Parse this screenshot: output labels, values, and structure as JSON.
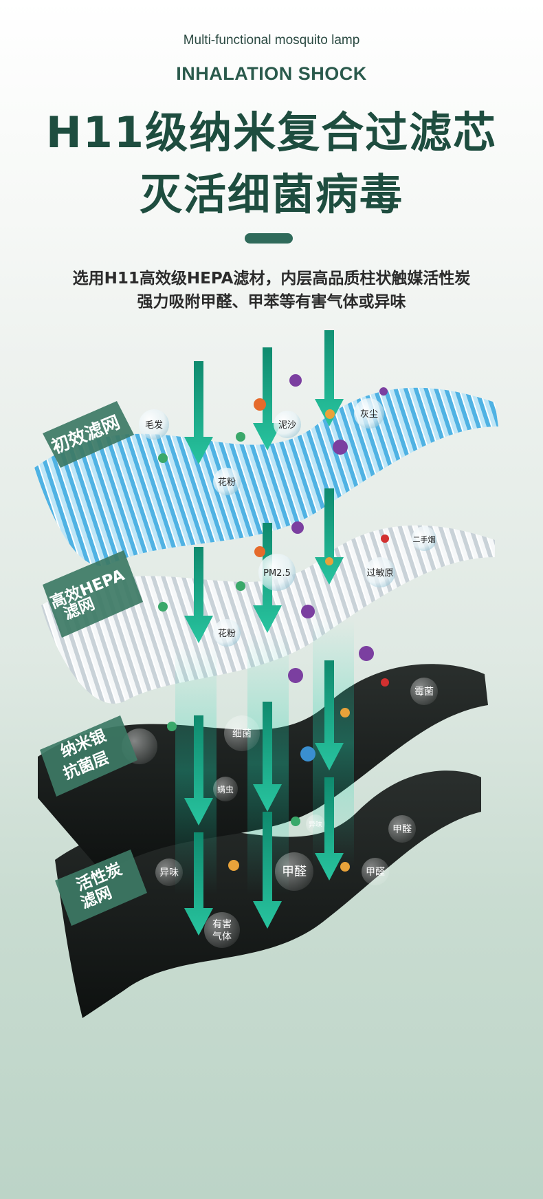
{
  "header": {
    "subtitle_en": "Multi-functional mosquito lamp",
    "tagline_en": "INHALATION SHOCK",
    "title_line1": "H11级纳米复合过滤芯",
    "title_line2": "灭活细菌病毒",
    "description_line1": "选用H11高效级HEPA滤材，内层高品质柱状触媒活性炭",
    "description_line2": "强力吸附甲醛、甲苯等有害气体或异味"
  },
  "layers": [
    {
      "label_lines": [
        "初效滤网"
      ],
      "particles": [
        "毛发",
        "泥沙",
        "灰尘",
        "花粉"
      ]
    },
    {
      "label_lines": [
        "高效HEPA",
        "滤网"
      ],
      "particles": [
        "PM2.5",
        "过敏原",
        "二手烟",
        "花粉"
      ]
    },
    {
      "label_lines": [
        "纳米银",
        "抗菌层"
      ],
      "particles": [
        "细菌",
        "霉菌",
        "螨虫"
      ]
    },
    {
      "label_lines": [
        "活性炭",
        "滤网"
      ],
      "particles": [
        "甲醛",
        "异味",
        "甲醛",
        "甲醛",
        "异味",
        "有害",
        "气体"
      ]
    }
  ],
  "colors": {
    "title": "#1e4d3f",
    "accent": "#2f6a5a",
    "arrow": "#1fa88a",
    "label_tag": "#3d7a65",
    "layer1": "#56b6e6",
    "layer2": "#e8eef2",
    "layer3": "#1a1d1c",
    "layer4": "#141716"
  },
  "icons": [
    "down-arrow-icon",
    "bacteria-icon",
    "particle-bubble-icon"
  ]
}
